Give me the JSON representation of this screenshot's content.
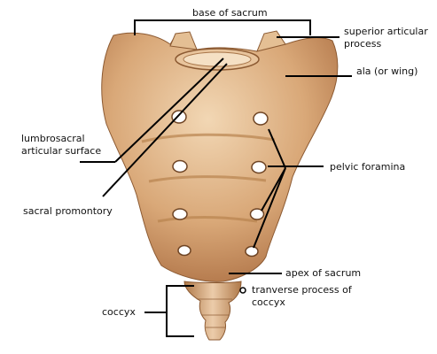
{
  "labels": {
    "base_of_sacrum": "base of sacrum",
    "superior_articular_process_1": "superior articular",
    "superior_articular_process_2": "process",
    "ala": "ala (or wing)",
    "lumbrosacral_1": "lumbrosacral",
    "lumbrosacral_2": "articular surface",
    "pelvic_foramina": "pelvic foramina",
    "sacral_promontory": "sacral promontory",
    "apex_of_sacrum": "apex of sacrum",
    "coccyx": "coccyx",
    "transverse_process_1": "tranverse process of",
    "transverse_process_2": "coccyx"
  },
  "colors": {
    "bone_base": "#d8a878",
    "bone_light": "#f0d4b0",
    "bone_shadow": "#a86a3e",
    "foramen": "#ffffff",
    "leader_line": "#000000"
  }
}
